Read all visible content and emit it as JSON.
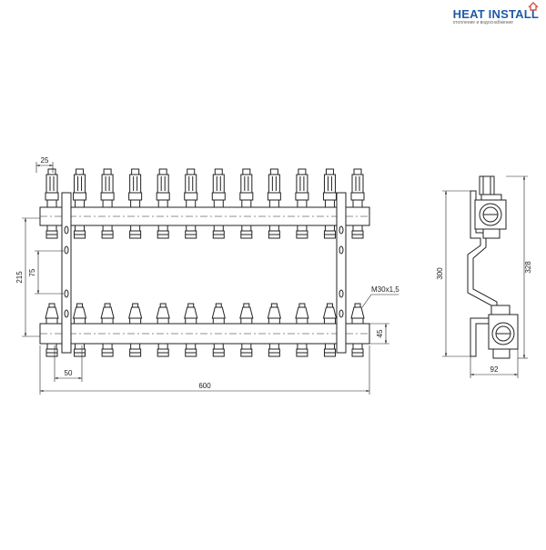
{
  "logo": {
    "title": "HEAT INSTALL",
    "subtitle": "отопление и водоснабжение",
    "accent_color": "#1f5aa6",
    "house_color": "#d9534f"
  },
  "front_view": {
    "ports_per_manifold": 12,
    "dimensions": {
      "port_width": "25",
      "bracket_height": "215",
      "axis_distance": "75",
      "pipe_height": "45",
      "end_offset": "50",
      "overall_length": "600",
      "thread": "M30x1,5"
    }
  },
  "side_view": {
    "dimensions": {
      "inner_height": "300",
      "overall_height": "328",
      "depth": "92"
    }
  }
}
